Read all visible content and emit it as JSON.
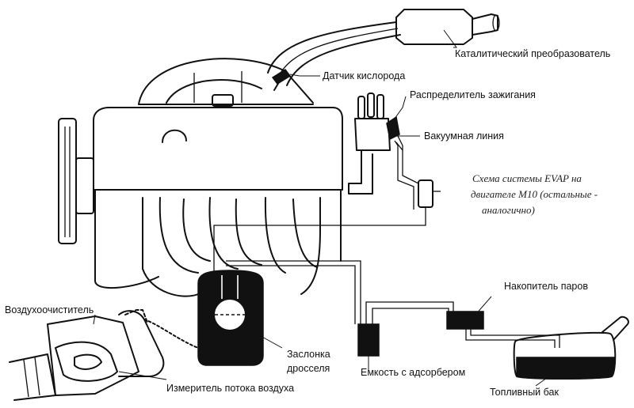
{
  "caption": {
    "line1": "Схема системы EVAP на",
    "line2": "двигателе M10 (остальные -",
    "line3": "аналогично)"
  },
  "labels": {
    "catalytic_converter": "Каталитический преобразователь",
    "oxygen_sensor": "Датчик кислорода",
    "distributor": "Распределитель зажигания",
    "vacuum_line": "Вакуумная линия",
    "vapor_storage": "Накопитель паров",
    "air_cleaner": "Воздухоочиститель",
    "throttle_line1": "Заслонка",
    "throttle_line2": "дросселя",
    "canister": "Емкость с адсорбером",
    "fuel_tank": "Топливный бак",
    "air_flow_meter": "Измеритель потока воздуха"
  }
}
